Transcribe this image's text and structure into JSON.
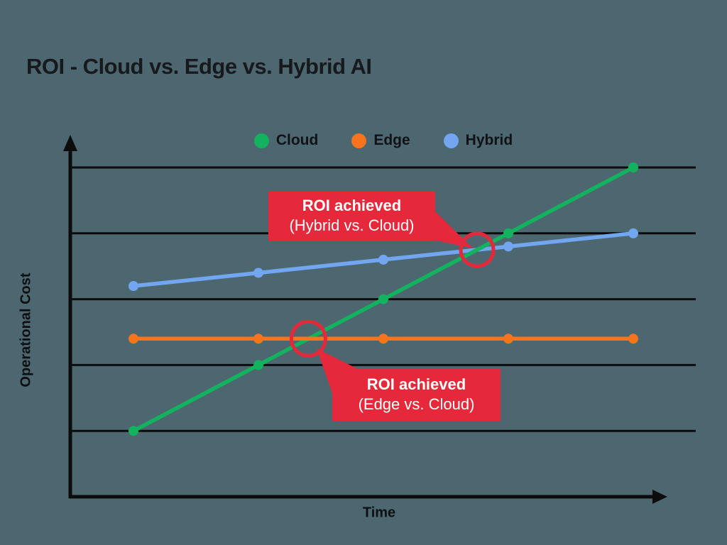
{
  "title": "ROI - Cloud vs. Edge vs. Hybrid AI",
  "colors": {
    "background": "#4d6770",
    "cloud_green": "#12b25e",
    "edge_orange": "#f8741c",
    "hybrid_blue": "#72a6f0",
    "highlight_red": "#e5293a",
    "axis_black": "#0c0c0c",
    "title_text": "#17191c",
    "callout_text": "#ffffff"
  },
  "legend": {
    "items": [
      {
        "label": "Cloud",
        "color": "#12b25e"
      },
      {
        "label": "Edge",
        "color": "#f8741c"
      },
      {
        "label": "Hybrid",
        "color": "#72a6f0"
      }
    ]
  },
  "axes": {
    "x_label": "Time",
    "y_label": "Operational Cost"
  },
  "callouts": [
    {
      "id": "hybrid-vs-cloud",
      "title": "ROI achieved",
      "subtitle": "(Hybrid vs. Cloud)"
    },
    {
      "id": "edge-vs-cloud",
      "title": "ROI achieved",
      "subtitle": "(Edge vs. Cloud)"
    }
  ],
  "chart_data": {
    "type": "line",
    "title": "ROI - Cloud vs. Edge vs. Hybrid AI",
    "xlabel": "Time",
    "ylabel": "Operational Cost",
    "x": [
      0,
      1,
      2,
      3,
      4
    ],
    "x_axis": {
      "ticks_visible": false,
      "arrow": true
    },
    "y_axis": {
      "ticks_visible": false,
      "arrow": true,
      "range": [
        0,
        110
      ],
      "gridlines": [
        20,
        40,
        60,
        80,
        100
      ]
    },
    "grid": "horizontal-only",
    "legend_position": "top-center",
    "series": [
      {
        "name": "Cloud",
        "color_key": "cloud_green",
        "values": [
          20,
          40,
          60,
          80,
          100
        ]
      },
      {
        "name": "Edge",
        "color_key": "edge_orange",
        "values": [
          48,
          48,
          48,
          48,
          48
        ]
      },
      {
        "name": "Hybrid",
        "color_key": "hybrid_blue",
        "values": [
          64,
          68,
          72,
          76,
          80
        ]
      }
    ],
    "annotations": [
      {
        "type": "circle",
        "x": 2.75,
        "cost": 75,
        "radius_px": 23,
        "label": "ROI achieved (Hybrid vs. Cloud)"
      },
      {
        "type": "circle",
        "x": 1.4,
        "cost": 48,
        "radius_px": 24,
        "label": "ROI achieved (Edge vs. Cloud)"
      }
    ]
  }
}
